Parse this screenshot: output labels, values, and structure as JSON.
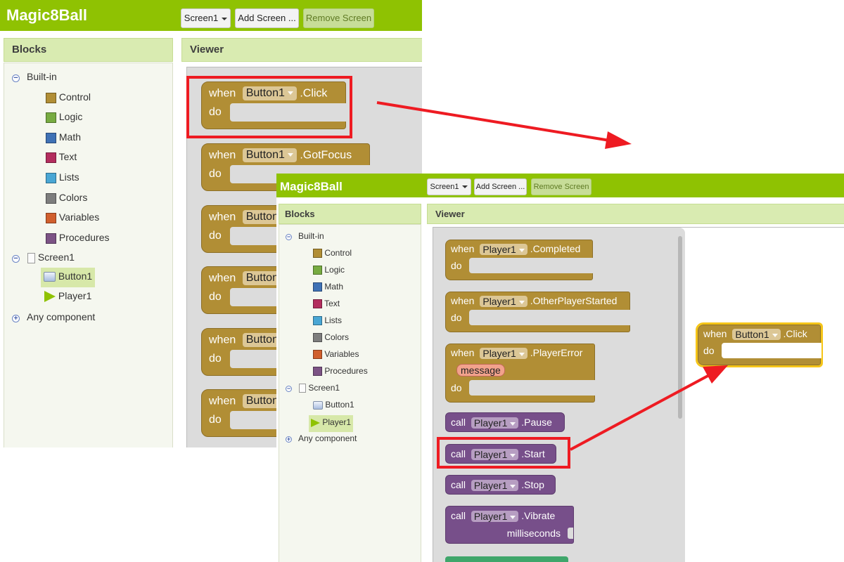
{
  "app_title": "Magic8Ball",
  "toolbar": {
    "screen_select": "Screen1",
    "add_screen": "Add Screen ...",
    "remove_screen": "Remove Screen"
  },
  "panels": {
    "blocks": "Blocks",
    "viewer": "Viewer"
  },
  "tree": {
    "builtin": "Built-in",
    "categories": [
      {
        "label": "Control",
        "color": "#b18e35"
      },
      {
        "label": "Logic",
        "color": "#77ab41"
      },
      {
        "label": "Math",
        "color": "#3f71b5"
      },
      {
        "label": "Text",
        "color": "#b32d5e"
      },
      {
        "label": "Lists",
        "color": "#49a6d4"
      },
      {
        "label": "Colors",
        "color": "#7d7d7d"
      },
      {
        "label": "Variables",
        "color": "#d05f2d"
      },
      {
        "label": "Procedures",
        "color": "#7c5385"
      }
    ],
    "screen": "Screen1",
    "components": [
      "Button1",
      "Player1"
    ],
    "any_component": "Any component"
  },
  "blocks": {
    "when": "when",
    "do": "do",
    "call": "call",
    "button": "Button1",
    "player": "Player1",
    "button_events": [
      ".Click",
      ".GotFocus"
    ],
    "player_events": [
      ".Completed",
      ".OtherPlayerStarted",
      ".PlayerError"
    ],
    "player_error_param": "message",
    "player_methods": [
      ".Pause",
      ".Start",
      ".Stop",
      ".Vibrate"
    ],
    "vibrate_arg": "milliseconds"
  },
  "colors": {
    "topbar": "#8fc202",
    "event_block": "#b18e35",
    "method_block": "#774f8a",
    "highlight": "#ee1b22",
    "selected_outline": "#f5c518"
  }
}
